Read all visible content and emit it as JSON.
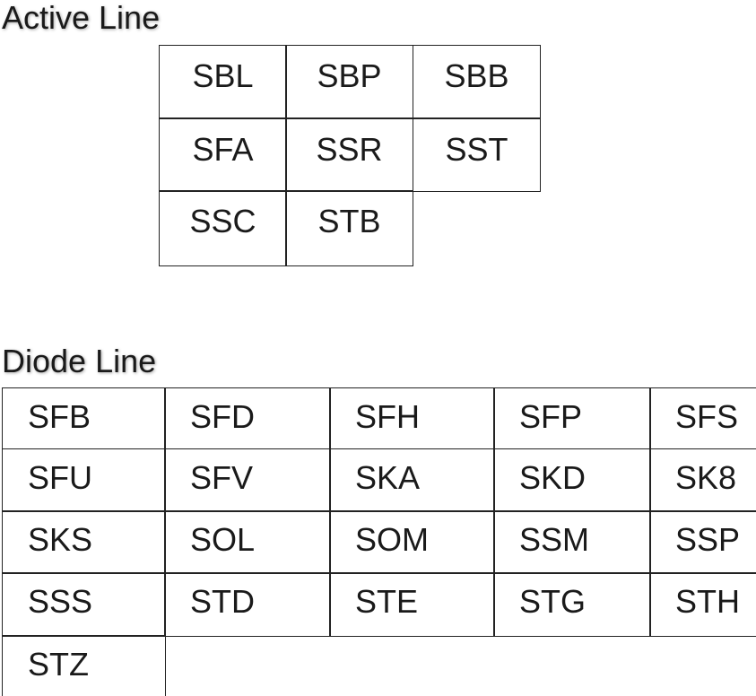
{
  "active_line": {
    "title": "Active Line",
    "cells": [
      "SBL",
      "SBP",
      "SBB",
      "SFA",
      "SSR",
      "SST",
      "SSC",
      "STB"
    ]
  },
  "diode_line": {
    "title": "Diode Line",
    "cells": [
      "SFB",
      "SFD",
      "SFH",
      "SFP",
      "SFS",
      "SFU",
      "SFV",
      "SKA",
      "SKD",
      "SK8",
      "SKS",
      "SOL",
      "SOM",
      "SSM",
      "SSP",
      "SSS",
      "STD",
      "STE",
      "STG",
      "STH",
      "STZ"
    ]
  }
}
